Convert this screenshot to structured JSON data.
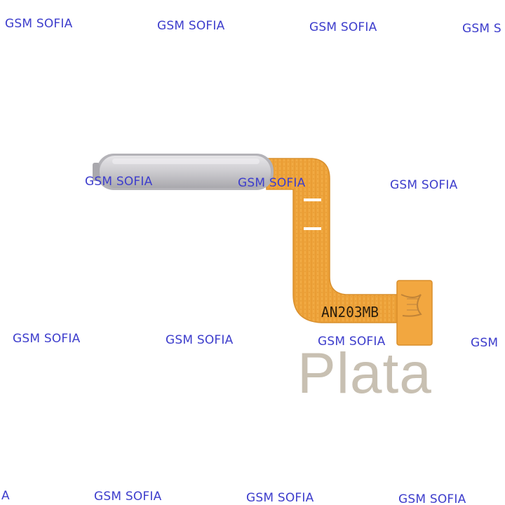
{
  "watermark": "GSM SOFIA",
  "watermark_partials": {
    "right_top": "GSM S",
    "right_mid": "GSM",
    "left_bottom": "A"
  },
  "color_label": "Plata",
  "part_print": "AN203MB",
  "colors": {
    "watermark": "#3d3dcc",
    "flex_cable": "#f0a63c",
    "button_silver": "#c9c8cc",
    "label": "#c8c0b2"
  }
}
